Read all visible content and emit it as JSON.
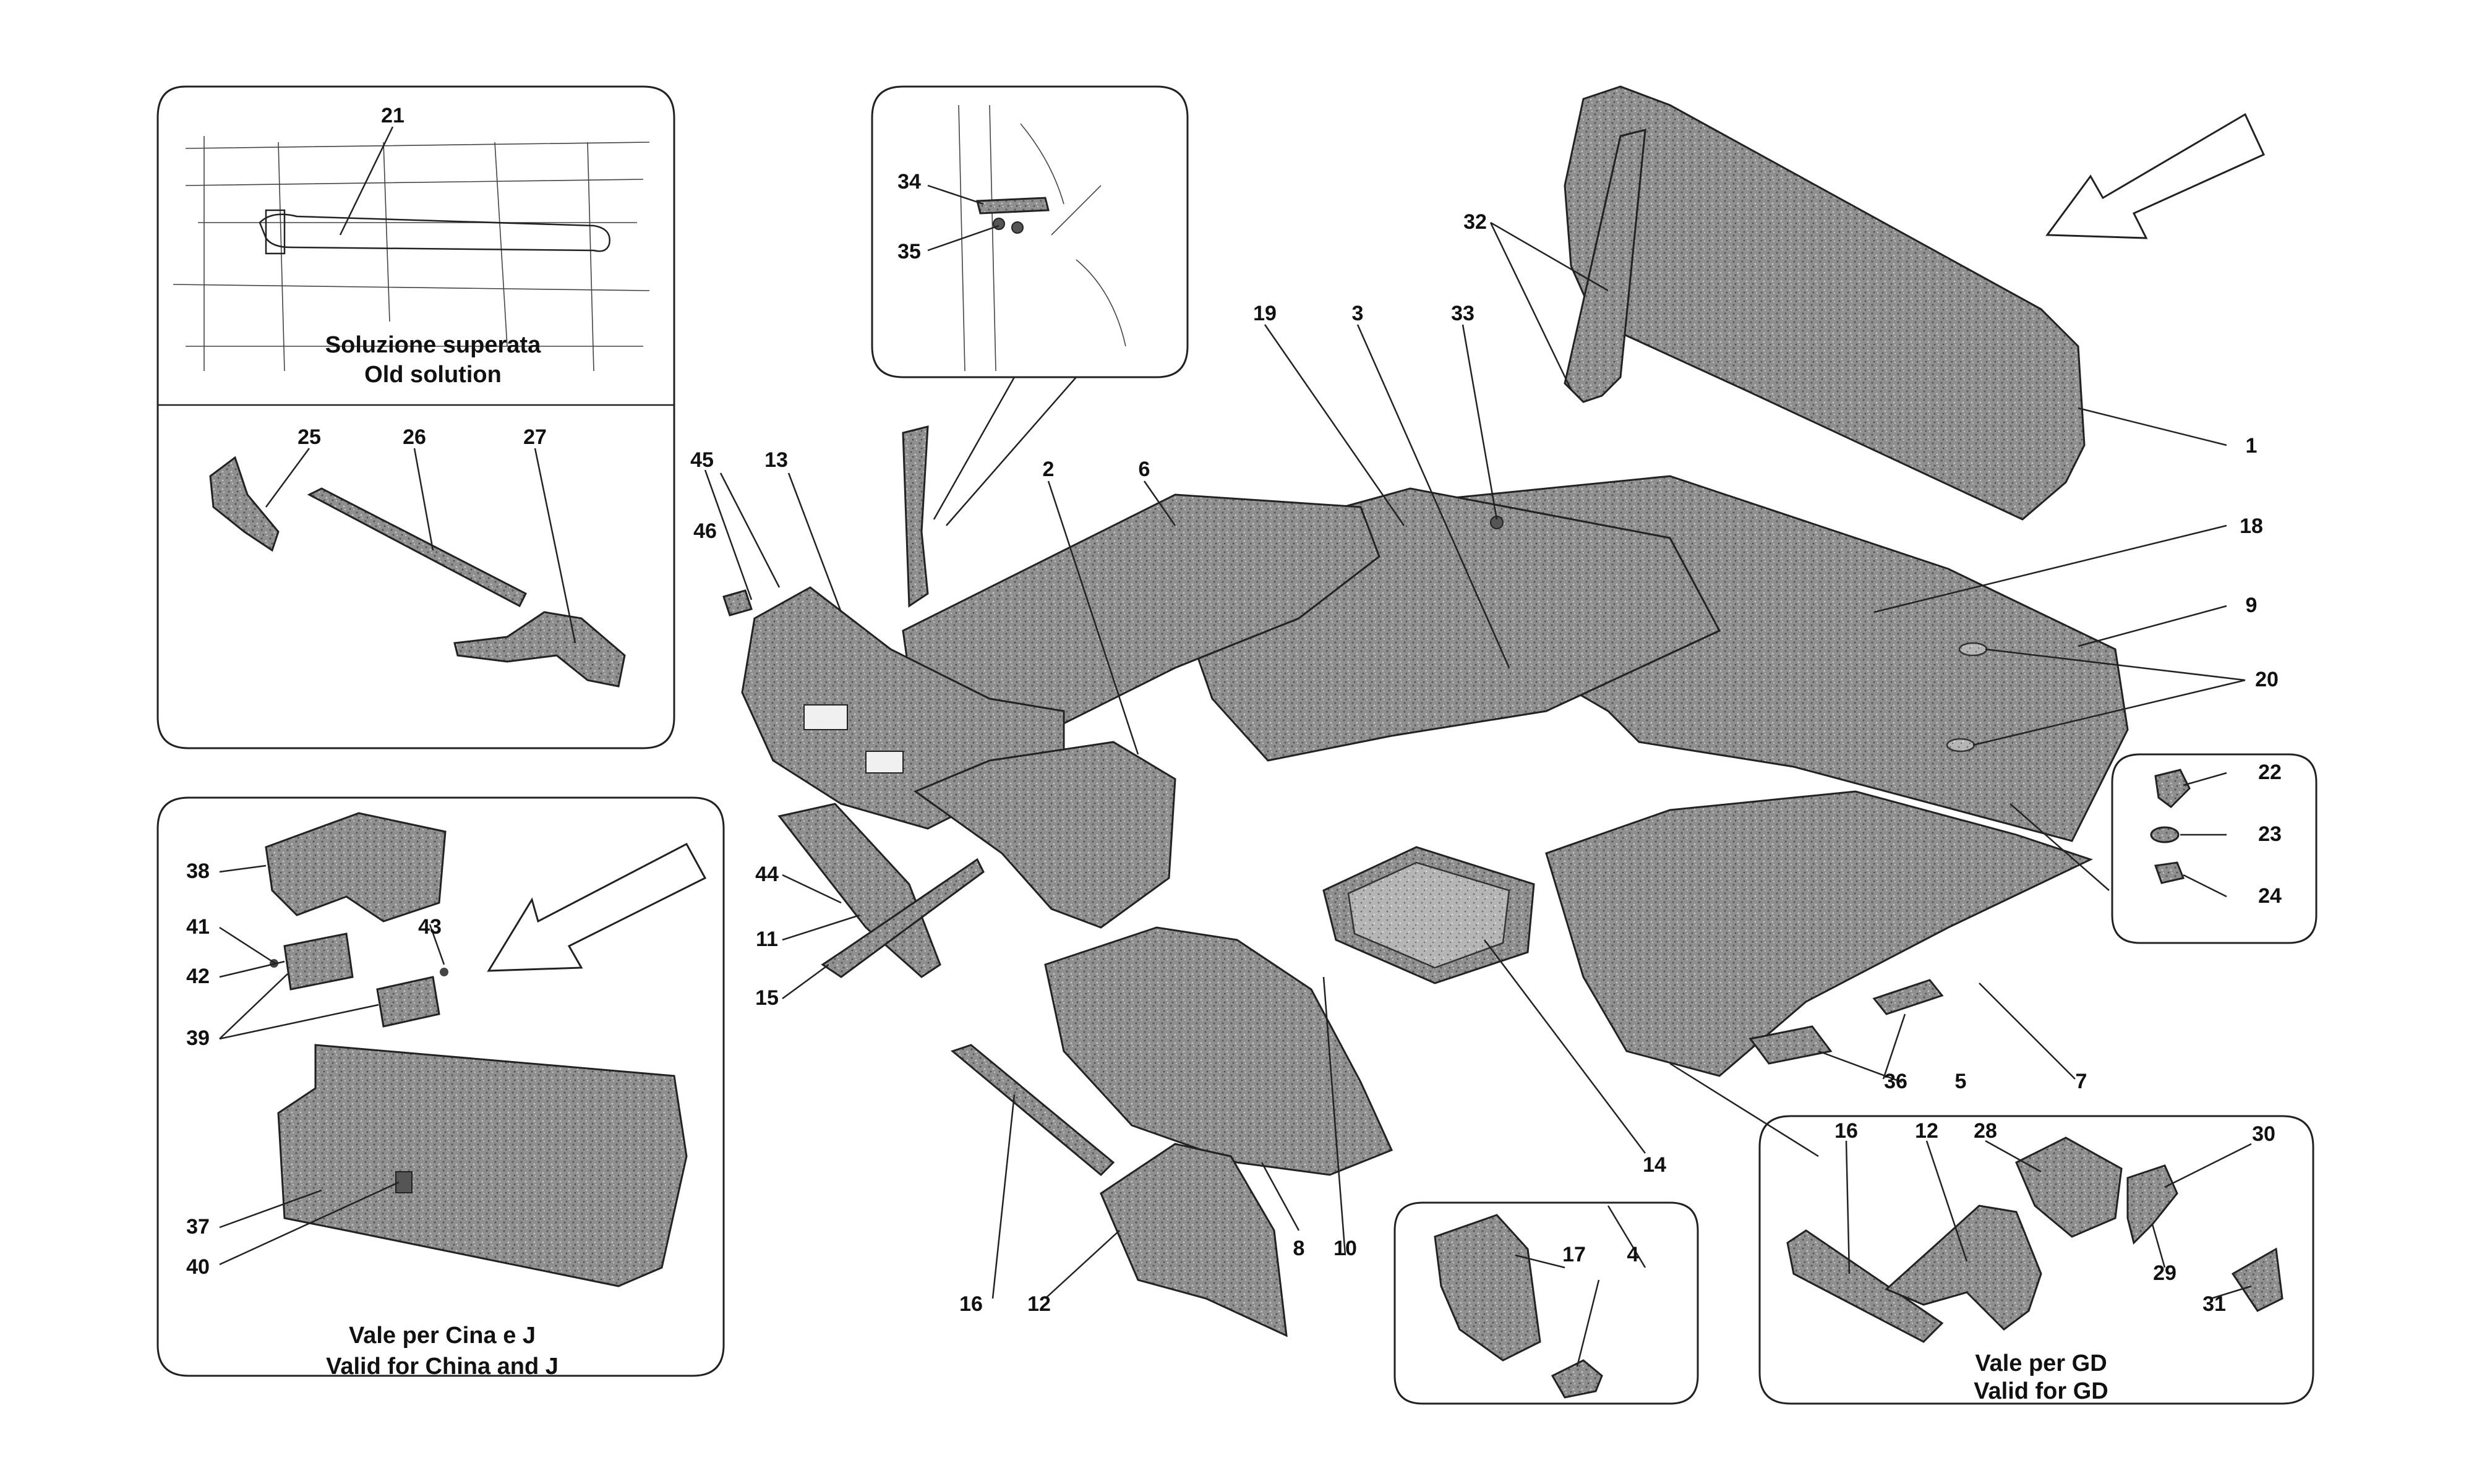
{
  "insets": {
    "old_solution": {
      "caption_it": "Soluzione superata",
      "caption_en": "Old solution"
    },
    "china_j": {
      "caption_it": "Vale per Cina e J",
      "caption_en": "Valid for China and J"
    },
    "gd": {
      "caption_it": "Vale per GD",
      "caption_en": "Valid for GD"
    }
  },
  "callouts": {
    "c1": "1",
    "c2": "2",
    "c3": "3",
    "c4": "4",
    "c5": "5",
    "c6": "6",
    "c7": "7",
    "c8": "8",
    "c9": "9",
    "c10": "10",
    "c11": "11",
    "c12a": "12",
    "c12b": "12",
    "c13": "13",
    "c14": "14",
    "c15": "15",
    "c16a": "16",
    "c16b": "16",
    "c17": "17",
    "c18": "18",
    "c19": "19",
    "c20": "20",
    "c21": "21",
    "c22": "22",
    "c23": "23",
    "c24": "24",
    "c25": "25",
    "c26": "26",
    "c27": "27",
    "c28": "28",
    "c29": "29",
    "c30": "30",
    "c31": "31",
    "c32": "32",
    "c33": "33",
    "c34": "34",
    "c35": "35",
    "c36": "36",
    "c37": "37",
    "c38": "38",
    "c39": "39",
    "c40": "40",
    "c41": "41",
    "c42": "42",
    "c43": "43",
    "c44": "44",
    "c45": "45",
    "c46": "46"
  },
  "colors": {
    "line": "#222222",
    "part_fill": "#9a9a9a",
    "background": "#ffffff"
  }
}
